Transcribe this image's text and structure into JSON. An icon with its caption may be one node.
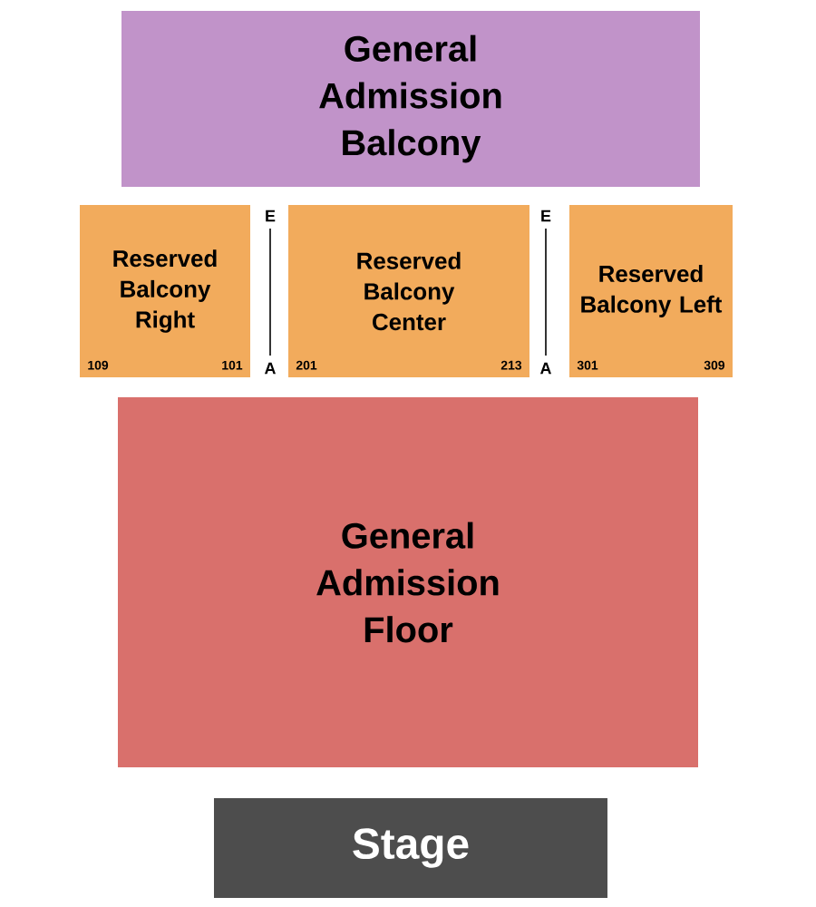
{
  "diagram": {
    "nodes": [
      {
        "text": [
          "General Admission Balcony"
        ]
      },
      {
        "text": [
          "Reserved Balcony Right",
          "109",
          "101"
        ]
      },
      {
        "text": [
          "Reserved Balcony Center",
          "201",
          "213"
        ]
      },
      {
        "text": [
          "Reserved Balcony Left",
          "301",
          "309"
        ]
      },
      {
        "text": [
          "General Admission Floor"
        ]
      },
      {
        "text": [
          "Stage"
        ]
      }
    ],
    "labels": [
      "E",
      "E",
      "A",
      "A"
    ]
  }
}
